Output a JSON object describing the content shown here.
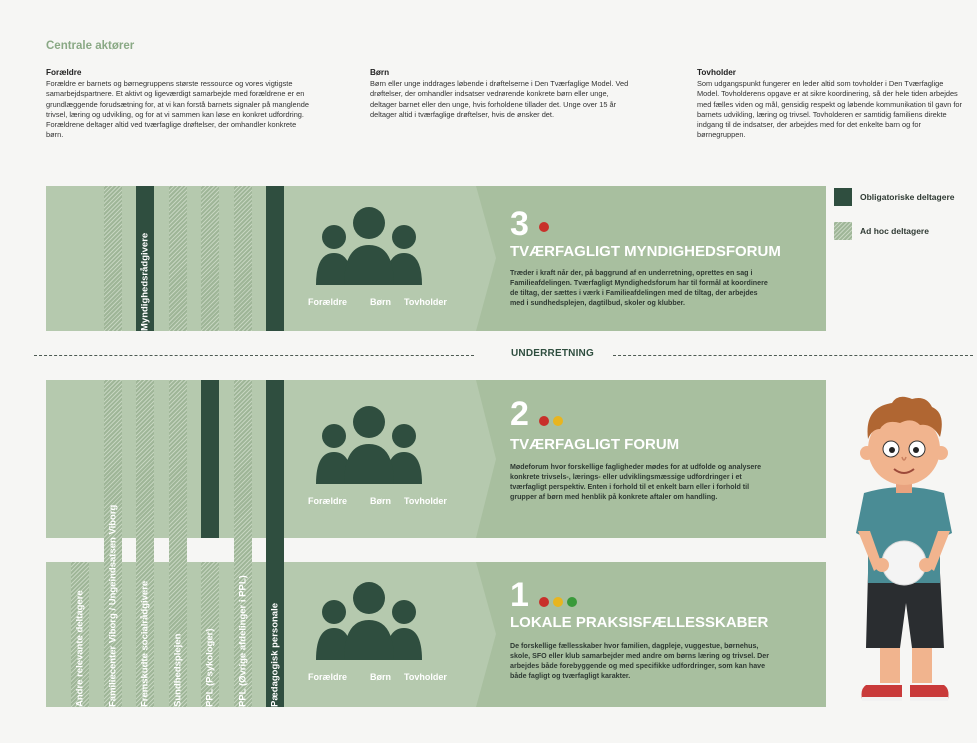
{
  "heading": "Centrale aktører",
  "actors": [
    {
      "title": "Forældre",
      "text": "Forældre er barnets og børnegruppens største ressource og vores vigtigste samarbejdspartnere. Et aktivt og ligeværdigt samarbejde med forældrene er en grundlæggende forudsætning for, at vi kan forstå barnets signaler på manglende trivsel, læring og udvikling, og for at vi sammen kan løse en konkret udfordring. Forældrene deltager altid ved tværfaglige drøftelser, der omhandler konkrete børn."
    },
    {
      "title": "Børn",
      "text": "Børn eller unge inddrages løbende i drøftelserne i Den Tværfaglige Model. Ved drøftelser, der omhandler indsatser vedrørende konkrete børn eller unge, deltager barnet eller den unge, hvis forholdene tillader det. Unge over 15 år deltager altid i tværfaglige drøftelser, hvis de ønsker det."
    },
    {
      "title": "Tovholder",
      "text": "Som udgangspunkt fungerer en leder altid som tovholder i Den Tværfaglige Model. Tovholderens opgave er at sikre koordinering, så der hele tiden arbejdes med fælles viden og mål, gensidig respekt og løbende kommunikation til gavn for barnets udvikling, læring og trivsel. Tovholderen er samtidig familiens direkte indgang til de indsatser, der arbejdes med for det enkelte barn og for børnegruppen."
    }
  ],
  "columns": [
    {
      "label": "Andre relevante deltagere",
      "type": "adhoc"
    },
    {
      "label": "Familiecenter Viborg / Ungeindsatsen Viborg",
      "type": "adhoc"
    },
    {
      "label": "Fremskudte socialrådgivere",
      "type": "adhoc"
    },
    {
      "label": "Myndighedsrådgivere",
      "type": "obligatory"
    },
    {
      "label": "Sundhedsplejen",
      "type": "adhoc"
    },
    {
      "label": "PPL (Psykologer)",
      "type": "mixed"
    },
    {
      "label": "PPL (Øvrige afdelinger i PPL)",
      "type": "adhoc"
    },
    {
      "label": "Pædagogisk personale",
      "type": "obligatory"
    }
  ],
  "people": [
    "Forældre",
    "Børn",
    "Tovholder"
  ],
  "levels": [
    {
      "number": "3",
      "title": "TVÆRFAGLIGT MYNDIGHEDSFORUM",
      "dots": [
        "#c8302a"
      ],
      "text": "Træder i kraft når der, på baggrund af en underretning, oprettes en sag i Familieafdelingen. Tværfagligt Myndighedsforum har til formål at koordinere de tiltag, der sættes i værk i Familieafdelingen med de tiltag, der arbejdes med i sundhedsplejen, dagtilbud, skoler og klubber."
    },
    {
      "number": "2",
      "title": "TVÆRFAGLIGT FORUM",
      "dots": [
        "#c8302a",
        "#e8b51f"
      ],
      "text": "Mødeforum hvor forskellige fagligheder mødes for at udfolde og analysere konkrete trivsels-, lærings- eller udviklingsmæssige udfordringer i et tværfagligt perspektiv. Enten i forhold til et enkelt barn eller i forhold til grupper af børn med henblik på konkrete aftaler om handling."
    },
    {
      "number": "1",
      "title": "LOKALE PRAKSISFÆLLESSKABER",
      "dots": [
        "#c8302a",
        "#e8b51f",
        "#3a9a3a"
      ],
      "text": "De forskellige fællesskaber hvor familien, dagpleje, vuggestue, børnehus, skole, SFO eller klub samarbejder med andre om børns læring og trivsel. Der arbejdes både forebyggende og med specifikke udfordringer, som kan have både fagligt og tværfagligt karakter."
    }
  ],
  "divider_label": "UNDERRETNING",
  "legend": [
    {
      "label": "Obligatoriske deltagere"
    },
    {
      "label": "Ad hoc deltagere"
    }
  ],
  "colors": {
    "dark_green": "#2f4e3f",
    "mid_green": "#a8bf9f",
    "light_green": "#b5c9ae",
    "accent_text": "#8aa985"
  }
}
